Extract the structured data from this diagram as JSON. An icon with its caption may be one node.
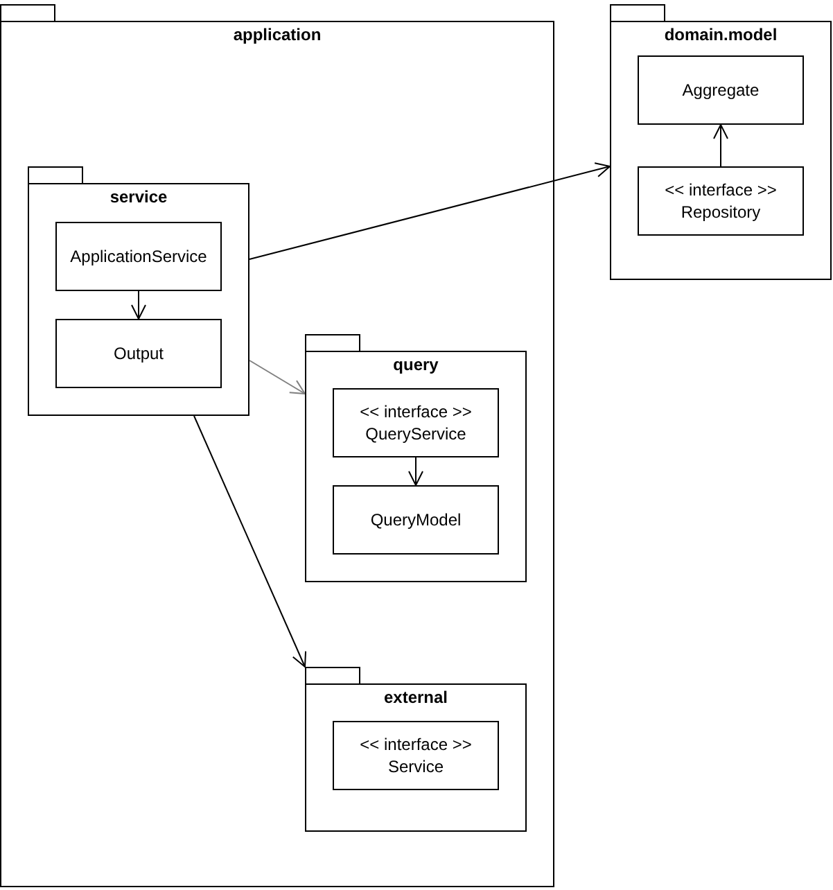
{
  "diagram": {
    "nodes": [
      {
        "text": [
          "application"
        ]
      },
      {
        "text": [
          "service"
        ],
        "in": 0
      },
      {
        "text": [
          "ApplicationService"
        ],
        "in": 1
      },
      {
        "text": [
          "Output"
        ],
        "in": 1
      },
      {
        "text": [
          "query"
        ],
        "in": 0
      },
      {
        "text": [
          "<< interface >> QueryService"
        ],
        "in": 4
      },
      {
        "text": [
          "QueryModel"
        ],
        "in": 4
      },
      {
        "text": [
          "external"
        ],
        "in": 0
      },
      {
        "text": [
          "<< interface >> Service"
        ],
        "in": 7
      },
      {
        "text": [
          "domain.model"
        ]
      },
      {
        "text": [
          "Aggregate"
        ],
        "in": 9
      },
      {
        "text": [
          "<< interface >> Repository"
        ],
        "in": 9
      }
    ],
    "edges": [
      {
        "from": 2,
        "to": 3,
        "arrow": "to"
      },
      {
        "from": 1,
        "to": 9,
        "arrow": "to"
      },
      {
        "from": 1,
        "to": 4,
        "arrow": "to",
        "color": "#808080"
      },
      {
        "from": 1,
        "to": 7,
        "arrow": "to"
      },
      {
        "from": 5,
        "to": 6,
        "arrow": "to"
      },
      {
        "from": 11,
        "to": 10,
        "arrow": "to"
      }
    ]
  }
}
